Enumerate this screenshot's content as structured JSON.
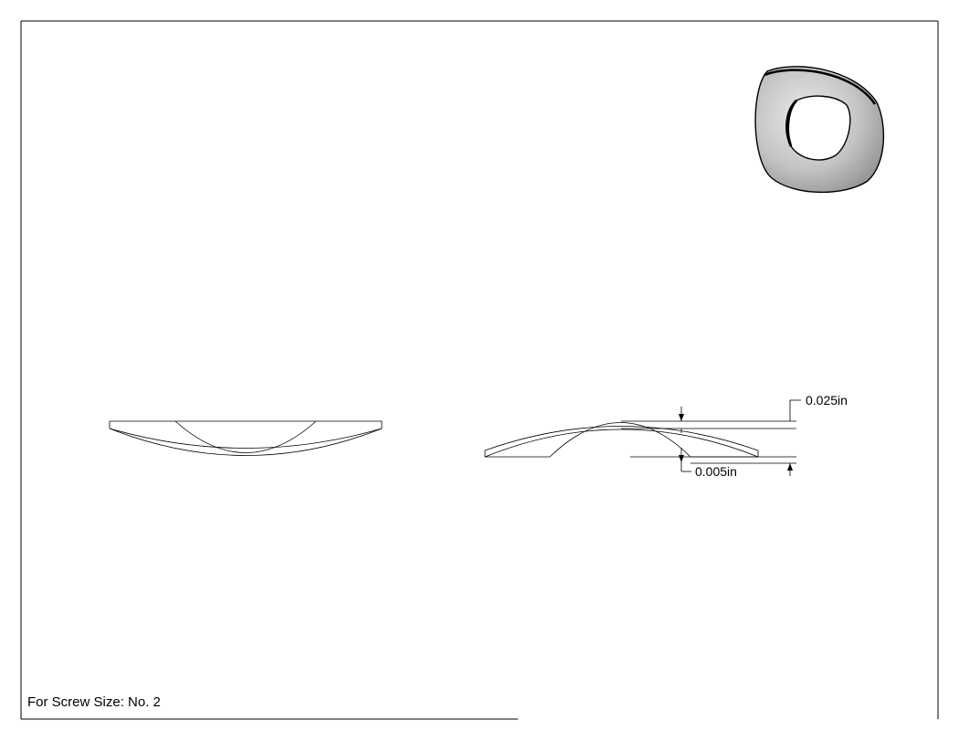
{
  "drawing": {
    "dimensions": {
      "thickness": "0.025in",
      "inner_offset": "0.005in"
    },
    "note": "For Screw Size: No. 2"
  }
}
